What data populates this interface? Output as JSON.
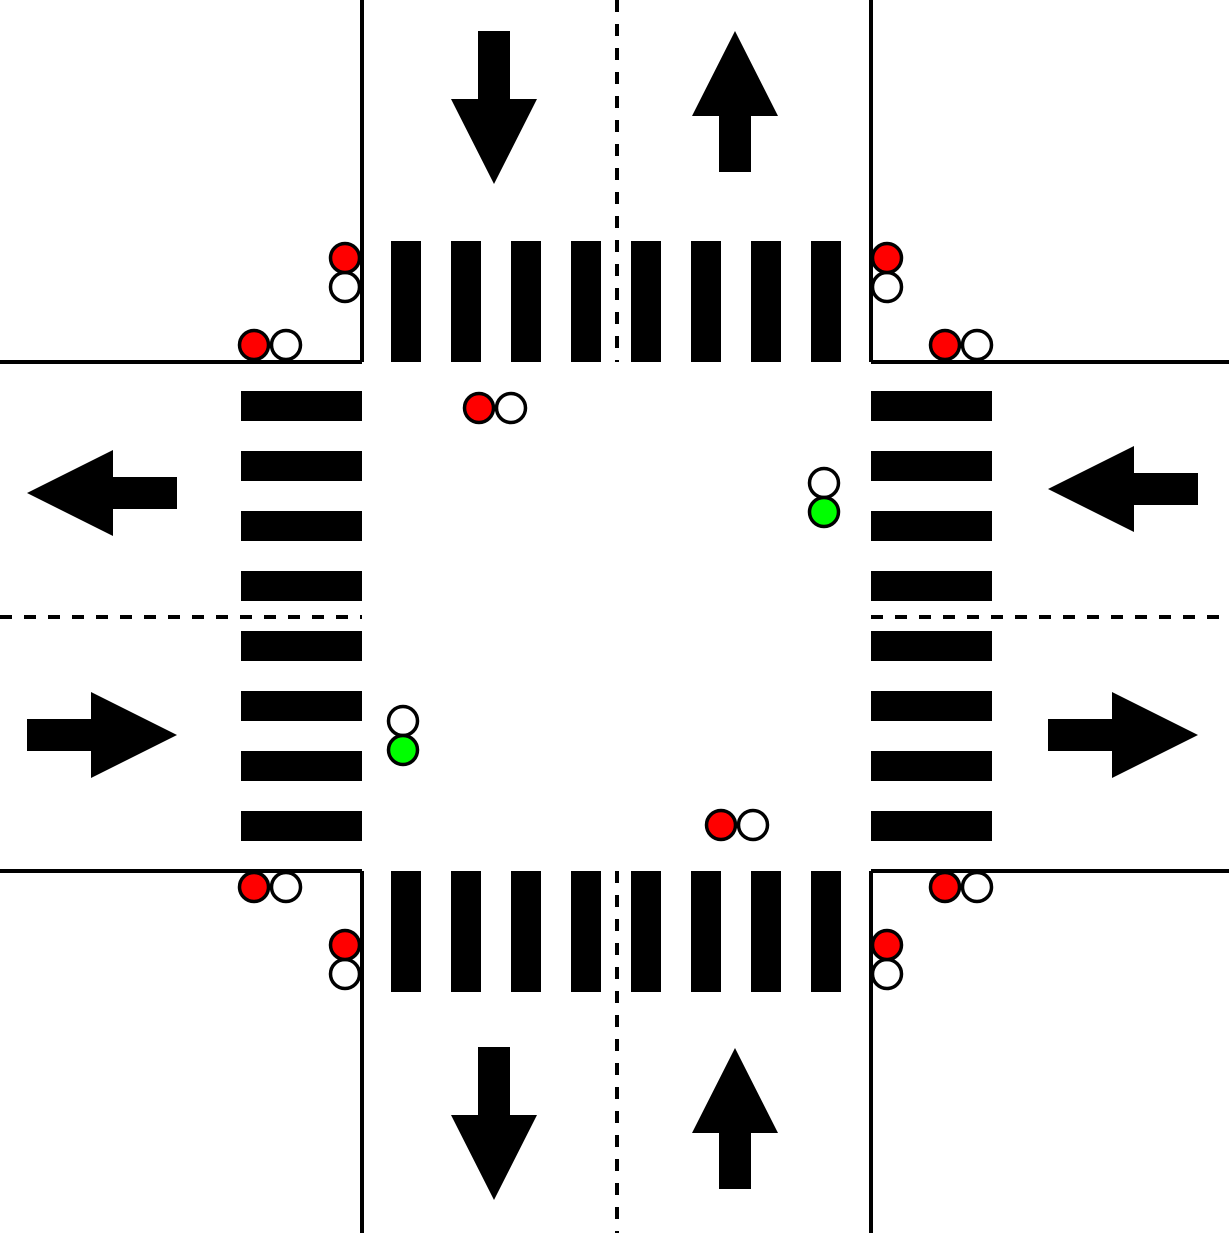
{
  "diagram": {
    "type": "four-way intersection",
    "colors": {
      "background": "#ffffff",
      "ink": "#000000",
      "signal_red": "#ff0000",
      "signal_green": "#00ff00",
      "signal_off": "#ffffff"
    },
    "roads": [
      {
        "id": "north",
        "lanes": [
          {
            "direction": "down"
          },
          {
            "direction": "up"
          }
        ]
      },
      {
        "id": "south",
        "lanes": [
          {
            "direction": "down"
          },
          {
            "direction": "up"
          }
        ]
      },
      {
        "id": "west",
        "lanes": [
          {
            "direction": "left"
          },
          {
            "direction": "right"
          }
        ]
      },
      {
        "id": "east",
        "lanes": [
          {
            "direction": "left"
          },
          {
            "direction": "right"
          }
        ]
      }
    ],
    "crosswalks": [
      {
        "id": "north",
        "stripes": 8
      },
      {
        "id": "south",
        "stripes": 8
      },
      {
        "id": "west",
        "stripes": 8
      },
      {
        "id": "east",
        "stripes": 8
      }
    ],
    "vehicle_signals": [
      {
        "id": "north-approach",
        "state": "red"
      },
      {
        "id": "south-approach",
        "state": "red"
      },
      {
        "id": "west-approach",
        "state": "green"
      },
      {
        "id": "east-approach",
        "state": "green"
      }
    ],
    "pedestrian_signals": [
      {
        "id": "nw-crossing-north",
        "state": "red"
      },
      {
        "id": "nw-crossing-west",
        "state": "red"
      },
      {
        "id": "ne-crossing-north",
        "state": "red"
      },
      {
        "id": "ne-crossing-east",
        "state": "red"
      },
      {
        "id": "sw-crossing-west",
        "state": "red"
      },
      {
        "id": "sw-crossing-south",
        "state": "red"
      },
      {
        "id": "se-crossing-east",
        "state": "red"
      },
      {
        "id": "se-crossing-south",
        "state": "red"
      }
    ]
  }
}
